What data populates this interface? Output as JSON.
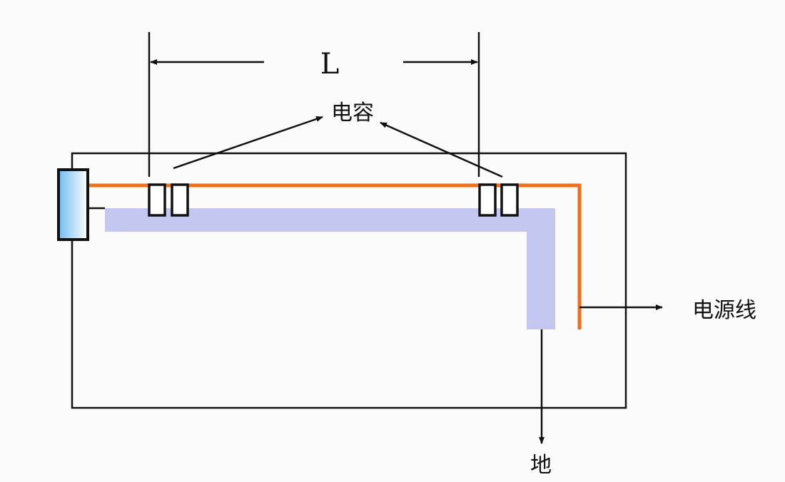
{
  "labels": {
    "length": "L",
    "capacitor": "电容",
    "power_line": "电源线",
    "ground": "地"
  },
  "colors": {
    "power_trace": "#f07018",
    "ground_plane": "#c4c8f0",
    "outline": "#111111",
    "connector_fill": "#7cc4f0"
  }
}
